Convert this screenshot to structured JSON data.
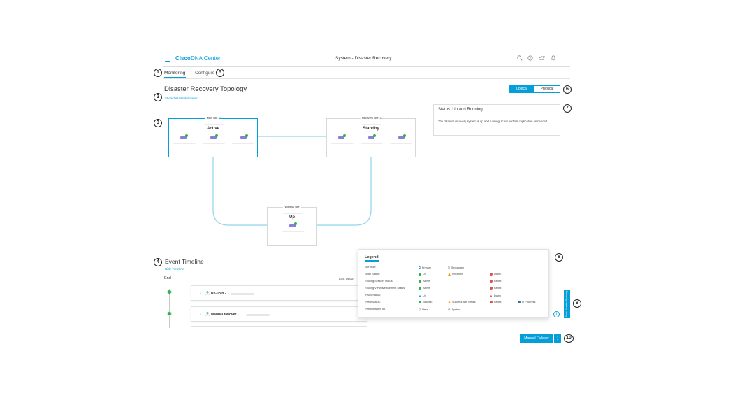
{
  "header": {
    "brand_cisco": "Cisco",
    "brand_product": "DNA Center",
    "page_title": "System - Disaster Recovery",
    "icons": [
      "search-icon",
      "help-icon",
      "notifications-cloud-icon",
      "bell-icon"
    ]
  },
  "tabs": [
    {
      "label": "Monitoring",
      "active": true
    },
    {
      "label": "Configure",
      "active": false
    }
  ],
  "callouts": [
    "1",
    "2",
    "3",
    "4",
    "5",
    "6",
    "7",
    "8",
    "9",
    "10"
  ],
  "topology": {
    "title": "Disaster Recovery Topology",
    "detail_link": "Show Detail Information",
    "view_toggle": {
      "logical": "Logical",
      "physical": "Physical",
      "selected": "Logical"
    },
    "sites": {
      "main": {
        "label": "Main Site",
        "status": "Active"
      },
      "recovery": {
        "label": "Recovery Site",
        "status": "Standby"
      },
      "witness": {
        "label": "Witness Site",
        "status": "Up"
      }
    }
  },
  "status_panel": {
    "title": "Status: Up and Running",
    "text": "The disaster recovery system is up and running. It will perform replication as needed."
  },
  "timeline": {
    "title": "Event Timeline",
    "hide_link": "Hide Timeline",
    "end_label": "End",
    "last_updated_label": "Last Upda",
    "events": [
      {
        "name": "Re-Join -"
      },
      {
        "name": "Manual failover -"
      }
    ]
  },
  "legend": {
    "title": "Legend",
    "rows": [
      {
        "label": "Site Role:",
        "items": [
          "Primary",
          "Secondary"
        ]
      },
      {
        "label": "Node Status:",
        "items": [
          "Up",
          "Unknown",
          "Down"
        ]
      },
      {
        "label": "Routing Session Status:",
        "items": [
          "Active",
          "Failed"
        ]
      },
      {
        "label": "Routing VIP Advertisement Status:",
        "items": [
          "Active",
          "Failed"
        ]
      },
      {
        "label": "IPSec Status:",
        "items": [
          "Up",
          "Down"
        ]
      },
      {
        "label": "Event Status:",
        "items": [
          "Success",
          "Success with Errors",
          "Failed",
          "In Progress"
        ]
      },
      {
        "label": "Event Initiated by :",
        "items": [
          "User",
          "System"
        ]
      }
    ]
  },
  "side_tab_label": "Show Disaster Recovery",
  "footer": {
    "manual_failover": "Manual Failover",
    "more": "⋮"
  },
  "colors": {
    "accent": "#049fd9",
    "success": "#2db34a",
    "warning": "#f0a11b",
    "error": "#d9534f",
    "in_progress": "#2b7a8c"
  }
}
